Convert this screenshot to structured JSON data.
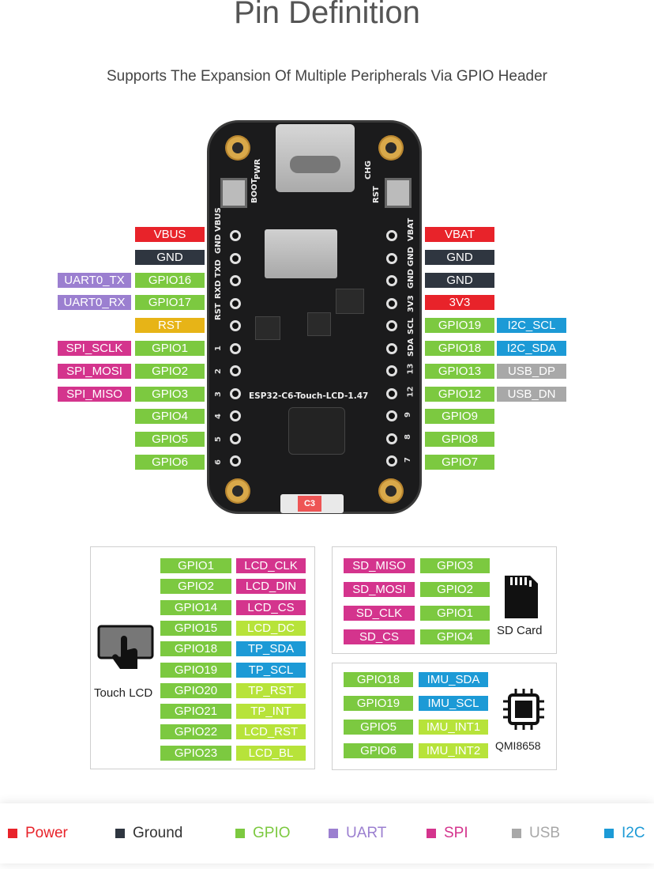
{
  "header": {
    "title": "Pin Definition",
    "subtitle": "Supports The Expansion Of Multiple Peripherals Via GPIO Header"
  },
  "board": {
    "name": "ESP32-C6-Touch-LCD-1.47",
    "silk": {
      "boot": "BOOT",
      "pwr": "PWR",
      "chg": "CHG",
      "rst": "RST",
      "left_header": [
        "RST",
        "RXD",
        "TXD",
        "GND",
        "VBUS"
      ],
      "right_header": [
        "SDA",
        "SCL",
        "3V3",
        "GND",
        "GND",
        "VBAT"
      ],
      "left_nums": [
        "1",
        "2",
        "3",
        "4",
        "5",
        "6"
      ],
      "right_nums": [
        "13",
        "12",
        "9",
        "8",
        "7"
      ],
      "battery": "C3"
    }
  },
  "left_pins": [
    {
      "label": "VBUS",
      "color": "#e8232a"
    },
    {
      "label": "GND",
      "color": "#2f3640"
    },
    {
      "label": "GPIO16",
      "color": "#7cc940",
      "alt": "UART0_TX"
    },
    {
      "label": "GPIO17",
      "color": "#7cc940",
      "alt": "UART0_RX"
    },
    {
      "label": "RST",
      "color": "#e7b417"
    },
    {
      "label": "GPIO1",
      "color": "#7cc940",
      "alt": "SPI_SCLK"
    },
    {
      "label": "GPIO2",
      "color": "#7cc940",
      "alt": "SPI_MOSI"
    },
    {
      "label": "GPIO3",
      "color": "#7cc940",
      "alt": "SPI_MISO"
    },
    {
      "label": "GPIO4",
      "color": "#7cc940"
    },
    {
      "label": "GPIO5",
      "color": "#7cc940"
    },
    {
      "label": "GPIO6",
      "color": "#7cc940"
    }
  ],
  "right_pins": [
    {
      "label": "VBAT",
      "color": "#e8232a"
    },
    {
      "label": "GND",
      "color": "#2f3640"
    },
    {
      "label": "GND",
      "color": "#2f3640"
    },
    {
      "label": "3V3",
      "color": "#e8232a"
    },
    {
      "label": "GPIO19",
      "color": "#7cc940",
      "alt": "I2C_SCL"
    },
    {
      "label": "GPIO18",
      "color": "#7cc940",
      "alt": "I2C_SDA"
    },
    {
      "label": "GPIO13",
      "color": "#7cc940",
      "alt": "USB_DP"
    },
    {
      "label": "GPIO12",
      "color": "#7cc940",
      "alt": "USB_DN"
    },
    {
      "label": "GPIO9",
      "color": "#7cc940"
    },
    {
      "label": "GPIO8",
      "color": "#7cc940"
    },
    {
      "label": "GPIO7",
      "color": "#7cc940"
    }
  ],
  "touch_lcd": {
    "caption": "Touch LCD",
    "rows": [
      {
        "gpio": "GPIO1",
        "func": "LCD_CLK"
      },
      {
        "gpio": "GPIO2",
        "func": "LCD_DIN"
      },
      {
        "gpio": "GPIO14",
        "func": "LCD_CS"
      },
      {
        "gpio": "GPIO15",
        "func": "LCD_DC"
      },
      {
        "gpio": "GPIO18",
        "func": "TP_SDA"
      },
      {
        "gpio": "GPIO19",
        "func": "TP_SCL"
      },
      {
        "gpio": "GPIO20",
        "func": "TP_RST"
      },
      {
        "gpio": "GPIO21",
        "func": "TP_INT"
      },
      {
        "gpio": "GPIO22",
        "func": "LCD_RST"
      },
      {
        "gpio": "GPIO23",
        "func": "LCD_BL"
      }
    ]
  },
  "sd_card": {
    "caption": "SD Card",
    "rows": [
      {
        "func": "SD_MISO",
        "gpio": "GPIO3"
      },
      {
        "func": "SD_MOSI",
        "gpio": "GPIO2"
      },
      {
        "func": "SD_CLK",
        "gpio": "GPIO1"
      },
      {
        "func": "SD_CS",
        "gpio": "GPIO4"
      }
    ]
  },
  "imu": {
    "caption": "QMI8658",
    "rows": [
      {
        "gpio": "GPIO18",
        "func": "IMU_SDA"
      },
      {
        "gpio": "GPIO19",
        "func": "IMU_SCL"
      },
      {
        "gpio": "GPIO5",
        "func": "IMU_INT1"
      },
      {
        "gpio": "GPIO6",
        "func": "IMU_INT2"
      }
    ]
  },
  "legend": [
    {
      "label": "Power",
      "color": "#e8232a"
    },
    {
      "label": "Ground",
      "color": "#2f3640"
    },
    {
      "label": "GPIO",
      "color": "#7cc940"
    },
    {
      "label": "UART",
      "color": "#9b7fd0"
    },
    {
      "label": "SPI",
      "color": "#d4348d"
    },
    {
      "label": "USB",
      "color": "#a8a8a8"
    },
    {
      "label": "I2C",
      "color": "#1c9ad6"
    }
  ]
}
